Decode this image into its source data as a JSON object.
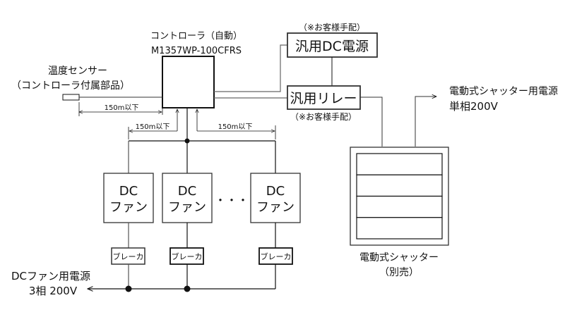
{
  "controller": {
    "title": "コントローラ（自動）",
    "model": "M1357WP-100CFRS"
  },
  "sensor": {
    "line1": "温度センサー",
    "line2": "（コントローラ付属部品）"
  },
  "distance_label": "150m以下",
  "dc_power": {
    "label": "汎用DC電源",
    "note": "（※お客様手配）"
  },
  "relay": {
    "label": "汎用リレー",
    "note": "（※お客様手配）"
  },
  "shutter_power": {
    "line1": "電動式シャッター用電源",
    "line2": "単相200V"
  },
  "shutter": {
    "line1": "電動式シャッター",
    "line2": "（別売）",
    "slats": 4
  },
  "fans": [
    {
      "line1": "DC",
      "line2": "ファン"
    },
    {
      "line1": "DC",
      "line2": "ファン"
    },
    {
      "line1": "DC",
      "line2": "ファン"
    }
  ],
  "ellipsis": "・・・",
  "breaker_label": "ブレーカ",
  "fan_power": {
    "line1": "DCファン用電源",
    "line2": "3相 200V"
  },
  "colors": {
    "line": "#111111",
    "gray_line": "#555555",
    "background": "#ffffff"
  }
}
